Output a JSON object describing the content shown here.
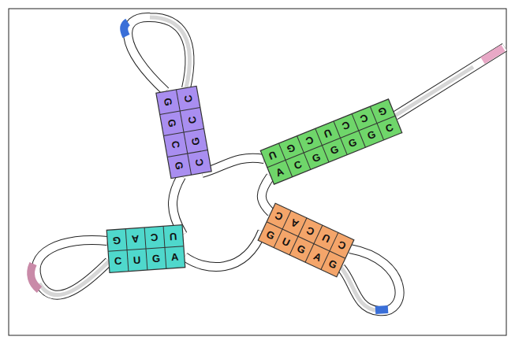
{
  "diagram": {
    "labels": [
      "G",
      "C",
      "G",
      "G",
      "C",
      "G",
      "C",
      "C",
      "U",
      "G",
      "C",
      "U",
      "C",
      "C",
      "G",
      "A",
      "C",
      "G",
      "G",
      "G",
      "G",
      "C",
      "G",
      "A",
      "C",
      "U",
      "C",
      "U",
      "G",
      "A",
      "C",
      "A",
      "C",
      "U",
      "C",
      "G",
      "U",
      "G",
      "A",
      "G"
    ]
  }
}
